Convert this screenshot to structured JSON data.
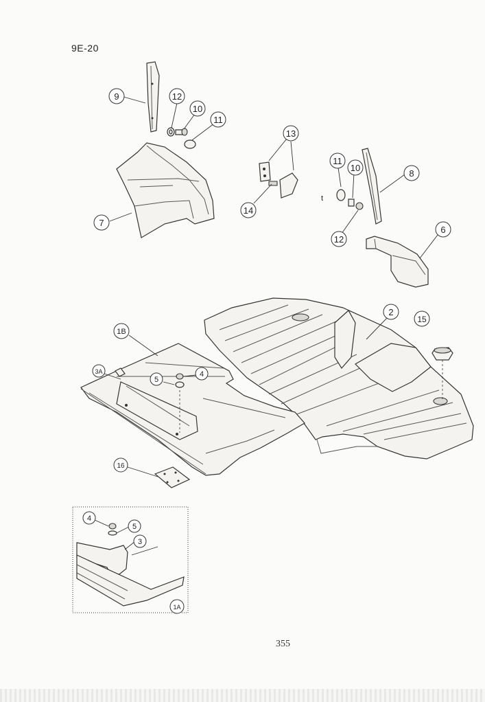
{
  "header": {
    "section_code": "9E-20"
  },
  "footer": {
    "page_number": "355"
  },
  "callouts": {
    "c9": "9",
    "c12a": "12",
    "c10a": "10",
    "c11a": "11",
    "c7": "7",
    "c13": "13",
    "c14": "14",
    "c11b": "11",
    "c10b": "10",
    "c8": "8",
    "c12b": "12",
    "c6": "6",
    "c1b": "1B",
    "c3a": "3A",
    "c5a": "5",
    "c4a": "4",
    "c2": "2",
    "c15": "15",
    "c16": "16",
    "c4b": "4",
    "c5b": "5",
    "c3": "3",
    "c1a": "1A"
  },
  "stray_mark": "t"
}
